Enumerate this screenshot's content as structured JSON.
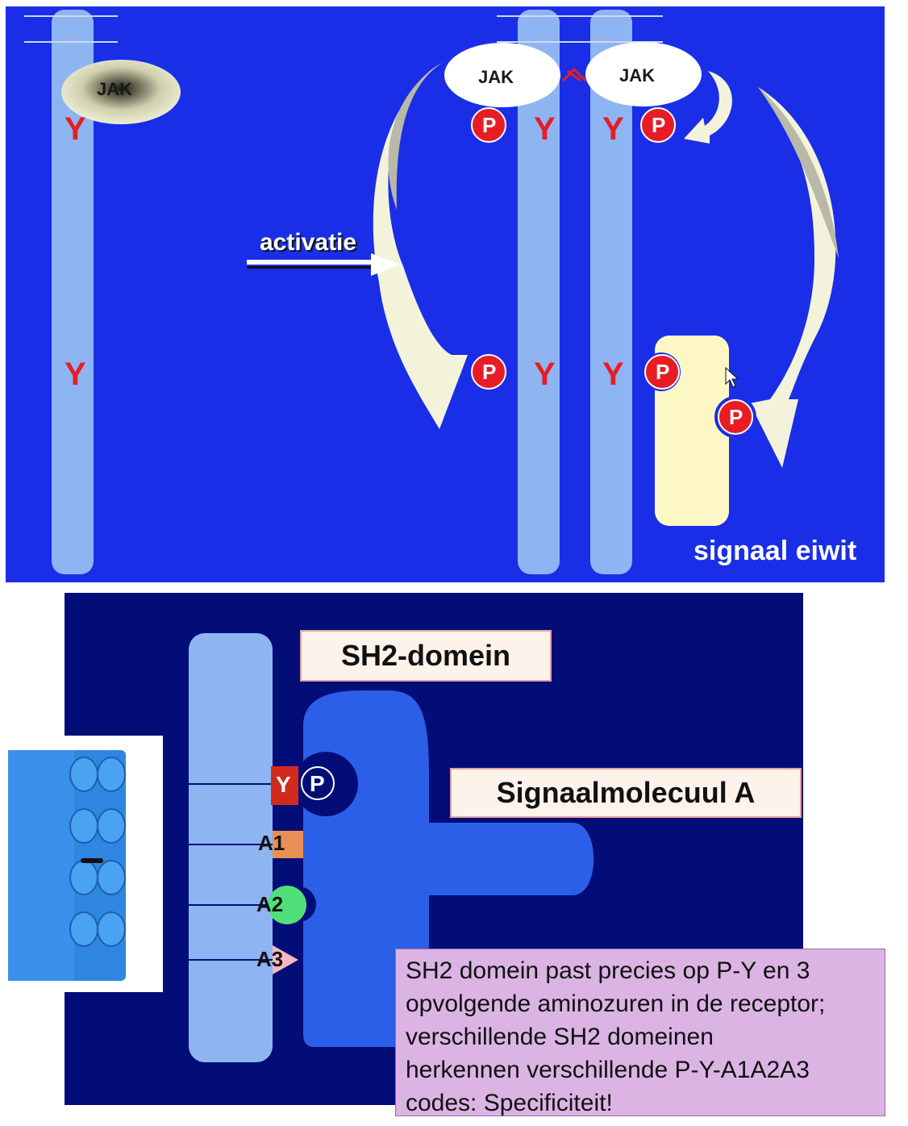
{
  "top": {
    "jak_left": "JAK",
    "jak_pair": [
      "JAK",
      "JAK"
    ],
    "tyrosine": "Y",
    "phospho": "P",
    "activation_label": "activatie",
    "signal_protein_label": "signaal eiwit"
  },
  "bottom": {
    "sh2_label": "SH2-domein",
    "molecule_label": "Signaalmolecuul A",
    "site_y": "Y",
    "site_p": "P",
    "site_a1": "A1",
    "site_a2": "A2",
    "site_a3": "A3",
    "note_lines": [
      "SH2 domein past precies op P-Y en 3",
      "opvolgende aminozuren in de receptor;",
      "verschillende SH2 domeinen",
      "herkennen verschillende P-Y-A1A2A3",
      "codes: Specificiteit!"
    ]
  },
  "colors": {
    "top_background": "#1a2ee8",
    "bottom_background": "#030d78",
    "receptor": "#8fb4f2",
    "tyrosine_red": "#e81c24",
    "signal_protein": "#fdf7c6",
    "sh2_molecule": "#2c5fe8",
    "note_background": "#dbb4e4",
    "lego_blue": "#2f86e0"
  }
}
